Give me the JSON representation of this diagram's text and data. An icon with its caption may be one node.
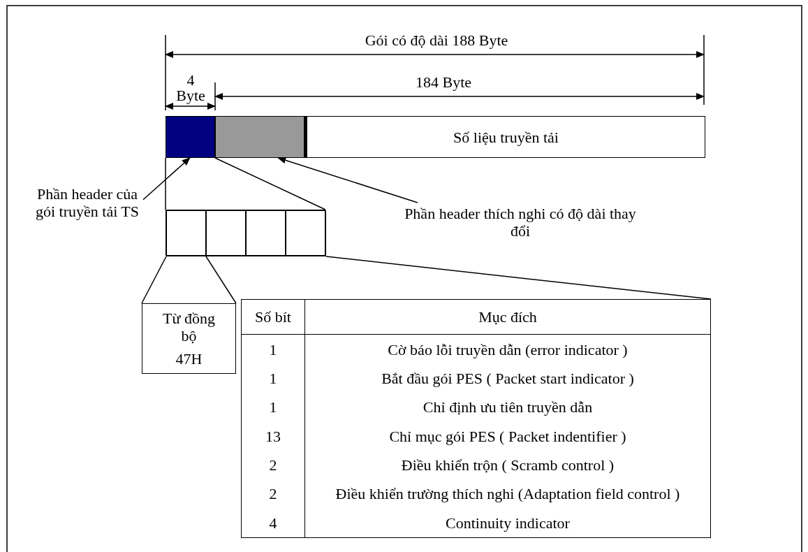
{
  "diagram": {
    "nodes": [
      {
        "text": [],
        "shape": "box"
      },
      {
        "text": [],
        "shape": "box"
      },
      {
        "text": [
          "Số liệu truyền tải"
        ]
      },
      {
        "text": [
          "Phần header của gói truyền tải TS"
        ]
      },
      {
        "text": [
          "Phần header thích nghi có độ dài thay đổi"
        ]
      },
      {
        "text": [],
        "shape": "box"
      },
      {
        "text": [],
        "shape": "box",
        "in": 5
      },
      {
        "text": [],
        "shape": "box",
        "in": 5
      },
      {
        "text": [],
        "shape": "box",
        "in": 5
      },
      {
        "text": [],
        "shape": "box",
        "in": 5
      },
      {
        "text": [
          "Từ đồng bộ",
          "47H"
        ]
      },
      {
        "text": [],
        "shape": "box"
      }
    ],
    "edges": [
      {
        "from": 3,
        "to": 0,
        "arrow": "to"
      },
      {
        "from": 4,
        "to": 1,
        "arrow": "to"
      },
      {
        "from": 0,
        "to": 5,
        "arrow": "none"
      },
      {
        "from": 0,
        "to": 5,
        "arrow": "none"
      },
      {
        "from": 6,
        "to": 10,
        "arrow": "none"
      },
      {
        "from": 6,
        "to": 10,
        "arrow": "none"
      },
      {
        "from": 9,
        "to": 11,
        "arrow": "none"
      }
    ],
    "labels": [
      "Gói có độ dài 188 Byte",
      "4 Byte",
      "184 Byte",
      "Số bít",
      "Mục đích",
      "1",
      "Cờ báo lỗi truyền dẫn (error indicator )",
      "1",
      "Bắt đầu gói PES ( Packet start indicator )",
      "1",
      "Chỉ định ưu tiên truyền dẫn",
      "13",
      "Chỉ mục gói PES ( Packet indentifier )",
      "2",
      "Điều khiển trộn ( Scramb control )",
      "2",
      "Điều khiển trường thích nghi (Adaptation field control )",
      "4",
      "Continuity indicator"
    ]
  }
}
